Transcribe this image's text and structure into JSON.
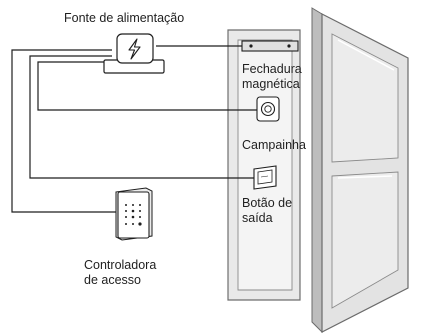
{
  "labels": {
    "power_supply": "Fonte de alimentação",
    "magnetic_lock_line1": "Fechadura",
    "magnetic_lock_line2": "magnética",
    "doorbell": "Campainha",
    "exit_button_line1": "Botão de",
    "exit_button_line2": "saída",
    "access_controller_line1": "Controladora",
    "access_controller_line2": "de acesso"
  },
  "icons": {
    "power_supply": "lightning-bolt-icon"
  },
  "colors": {
    "line": "#1e1e1e",
    "door_fill": "#e6e6e6",
    "door_stroke": "#6e6e6e",
    "background": "#ffffff"
  }
}
